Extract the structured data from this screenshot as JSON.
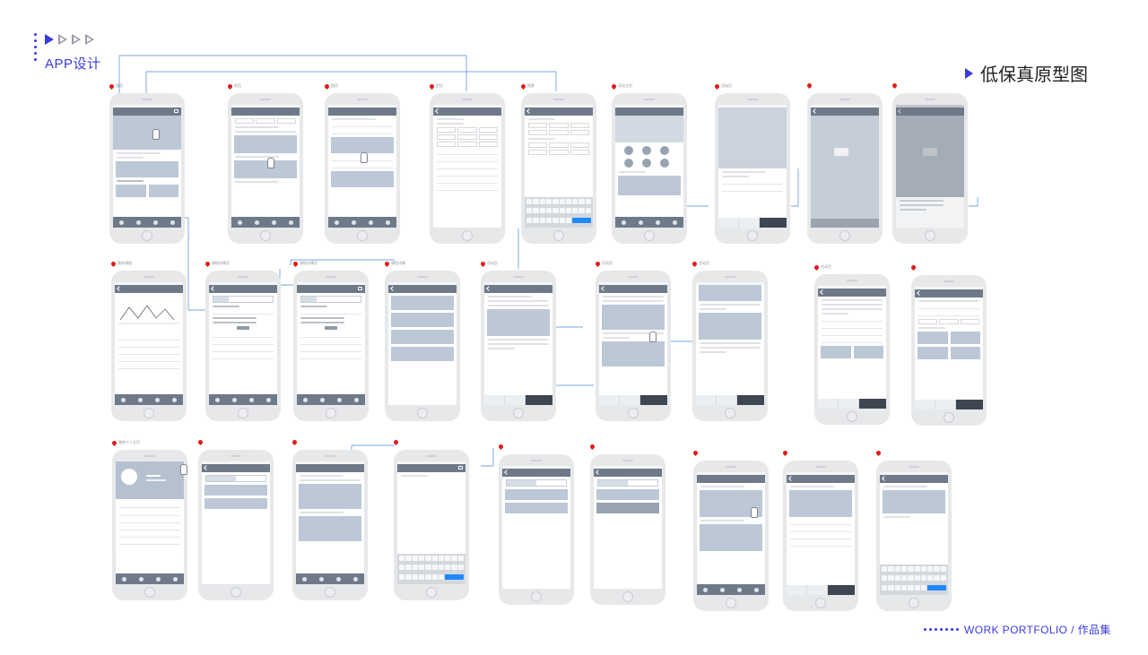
{
  "header": {
    "section_title": "APP设计",
    "main_title": "低保真原型图",
    "footer": "WORK PORTFOLIO / 作品集"
  },
  "colors": {
    "accent": "#3a3adf",
    "wireframe_nav": "#6f7a89",
    "wireframe_image": "#bcc8d6",
    "phone_body": "#e7e8ea",
    "pin": "#e11b1b",
    "keyboard_action": "#1e88ff"
  },
  "screens": {
    "row1": [
      "首页",
      "首页",
      "首页",
      "定位",
      "搜索",
      "活动主页",
      "活动页",
      "",
      ""
    ],
    "row2": [
      "我的课程",
      "课程详情页",
      "课程详情页",
      "课程详情",
      "活动页",
      "活动页",
      "活动页",
      "活动页",
      ""
    ],
    "row3": [
      "我的个人主页",
      "",
      "",
      "",
      "",
      "",
      "",
      "",
      ""
    ]
  },
  "icons": {
    "pin": "location-pin-icon",
    "hand": "pointer-hand-icon",
    "back": "back-arrow-icon"
  }
}
